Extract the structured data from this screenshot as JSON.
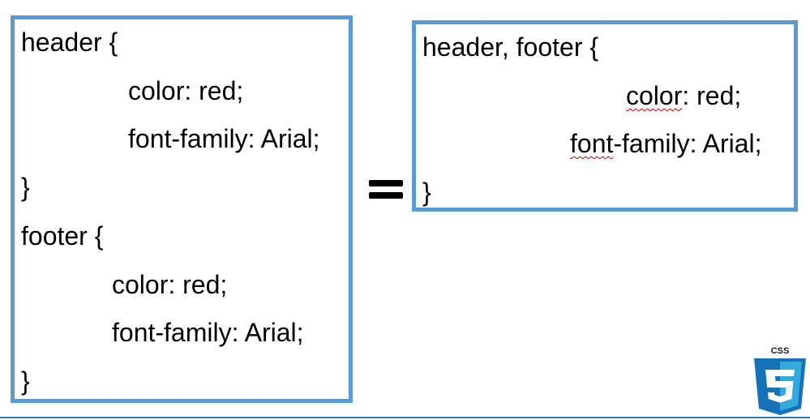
{
  "left_block": {
    "line1": "header {",
    "line2": "color: red;",
    "line3": "font-family: Arial;",
    "line4": "}",
    "line5": "footer {",
    "line6": "color: red;",
    "line7": "font-family: Arial;",
    "line8": "}"
  },
  "right_block": {
    "line1": "header, footer {",
    "line2_prop": "color",
    "line2_rest": ": red;",
    "line3_prop": "font",
    "line3_rest": "-family: Arial;",
    "line4": "}"
  },
  "logo": {
    "label": "CSS",
    "icon": "css3-logo-icon"
  },
  "colors": {
    "box_border": "#5b9bd5",
    "rule": "#2e75b6",
    "logo_blue": "#1572b6",
    "logo_light": "#33a9dc"
  }
}
